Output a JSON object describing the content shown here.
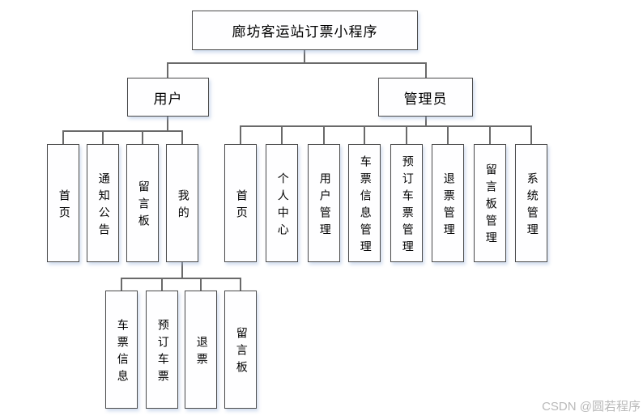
{
  "diagram": {
    "root": {
      "label": "廊坊客运站订票小程序"
    },
    "user": {
      "label": "用户",
      "children": [
        {
          "label": "首页"
        },
        {
          "label": "通知公告"
        },
        {
          "label": "留言板"
        },
        {
          "label": "我的",
          "children": [
            {
              "label": "车票信息"
            },
            {
              "label": "预订车票"
            },
            {
              "label": "退票"
            },
            {
              "label": "留言板"
            }
          ]
        }
      ]
    },
    "admin": {
      "label": "管理员",
      "children": [
        {
          "label": "首页"
        },
        {
          "label": "个人中心"
        },
        {
          "label": "用户管理"
        },
        {
          "label": "车票信息管理"
        },
        {
          "label": "预订车票管理"
        },
        {
          "label": "退票管理"
        },
        {
          "label": "留言板管理"
        },
        {
          "label": "系统管理"
        }
      ]
    }
  },
  "watermark": {
    "text": "CSDN @圆若程序"
  },
  "colors": {
    "connector_line": "#6a6a6a",
    "box_border": "#4a4a4a",
    "box_shadow_tint": "#9ab4dc",
    "watermark_text": "#b9b9b9",
    "background": "#ffffff"
  }
}
